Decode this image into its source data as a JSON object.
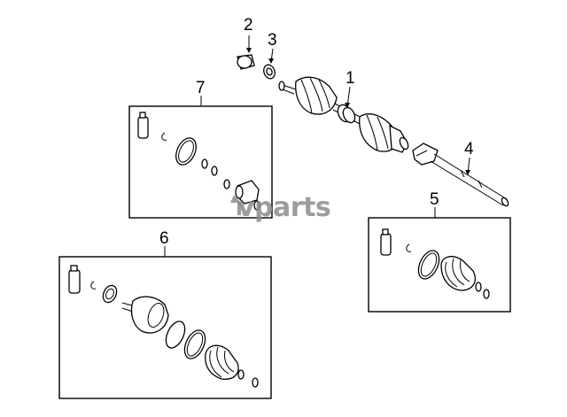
{
  "watermark": {
    "text": "vparts"
  },
  "callouts": [
    {
      "id": "1",
      "label": "1"
    },
    {
      "id": "2",
      "label": "2"
    },
    {
      "id": "3",
      "label": "3"
    },
    {
      "id": "4",
      "label": "4"
    },
    {
      "id": "5",
      "label": "5"
    },
    {
      "id": "6",
      "label": "6"
    },
    {
      "id": "7",
      "label": "7"
    }
  ],
  "colors": {
    "line": "#000000",
    "watermark": "#8c8c8c",
    "background": "#ffffff"
  }
}
